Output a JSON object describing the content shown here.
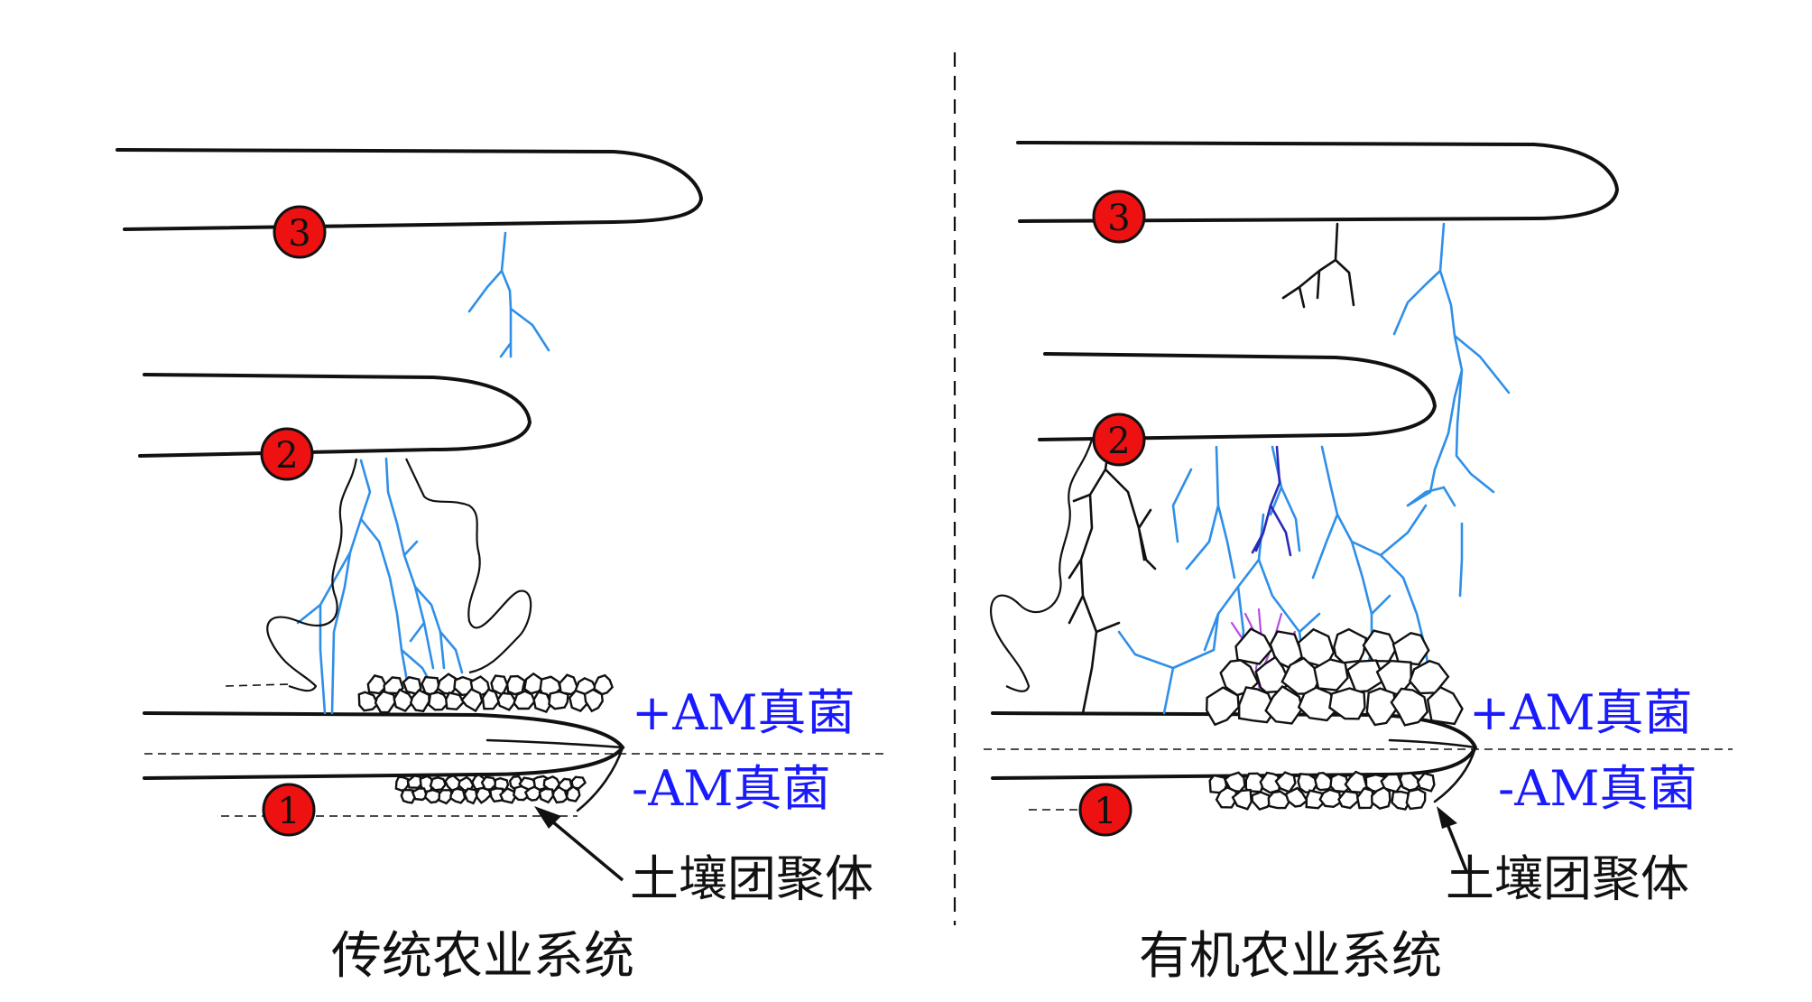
{
  "panels": [
    {
      "title": "传统农业系统",
      "plus_label": "+AM真菌",
      "minus_label": "-AM真菌",
      "aggregate_label": "土壤团聚体",
      "root_numbers": [
        "1",
        "2",
        "3"
      ]
    },
    {
      "title": "有机农业系统",
      "plus_label": "+AM真菌",
      "minus_label": "-AM真菌",
      "aggregate_label": "土壤团聚体",
      "root_numbers": [
        "1",
        "2",
        "3"
      ]
    }
  ],
  "colors": {
    "hypha": "#2f8fe8",
    "hypha_dark": "#2a2ab8",
    "hypha_purple": "#b44fe0",
    "marker": "#ee1111",
    "label_blue": "#1a1aff"
  }
}
